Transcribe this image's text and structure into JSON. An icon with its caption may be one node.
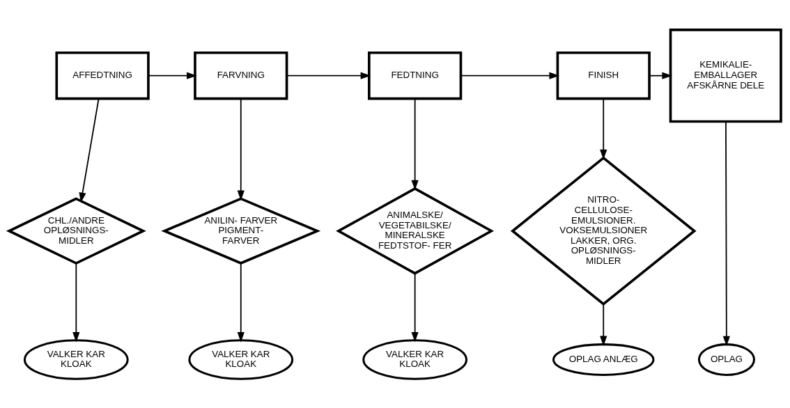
{
  "diagram": {
    "nodes": [
      {
        "text": [
          "AFFEDTNING"
        ]
      },
      {
        "text": [
          "FARVNING"
        ]
      },
      {
        "text": [
          "FEDTNING"
        ]
      },
      {
        "text": [
          "FINISH"
        ]
      },
      {
        "text": [
          "KEMIKALIE- EMBALLAGER AFSKÅRNE DELE"
        ]
      },
      {
        "text": [
          "CHL./ANDRE OPLØSNINGS- MIDLER"
        ]
      },
      {
        "text": [
          "ANILIN- FARVER PIGMENT- FARVER"
        ]
      },
      {
        "text": [
          "ANIMALSKE/ VEGETABILSKE/ MINERALSKE FEDTSTOF- FER"
        ]
      },
      {
        "text": [
          "NITRO- CELLULOSE- EMULSIONER. VOKSEMULSIONER LAKKER, ORG. OPLØSNINGS- MIDLER"
        ]
      },
      {
        "text": [
          "VALKER KAR KLOAK"
        ]
      },
      {
        "text": [
          "VALKER KAR KLOAK"
        ]
      },
      {
        "text": [
          "VALKER KAR KLOAK"
        ]
      },
      {
        "text": [
          "OPLAG ANLÆG"
        ]
      },
      {
        "text": [
          "OPLAG"
        ]
      }
    ],
    "edges": [
      {
        "from": 0,
        "to": 1,
        "arrow": "to"
      },
      {
        "from": 1,
        "to": 2,
        "arrow": "to"
      },
      {
        "from": 2,
        "to": 3,
        "arrow": "to"
      },
      {
        "from": 3,
        "to": 4,
        "arrow": "to"
      },
      {
        "from": 0,
        "to": 5,
        "arrow": "to"
      },
      {
        "from": 1,
        "to": 6,
        "arrow": "to"
      },
      {
        "from": 2,
        "to": 7,
        "arrow": "to"
      },
      {
        "from": 3,
        "to": 8,
        "arrow": "to"
      },
      {
        "from": 5,
        "to": 9,
        "arrow": "to"
      },
      {
        "from": 6,
        "to": 10,
        "arrow": "to"
      },
      {
        "from": 7,
        "to": 11,
        "arrow": "to"
      },
      {
        "from": 8,
        "to": 12,
        "arrow": "to"
      },
      {
        "from": 4,
        "to": 13,
        "arrow": "to"
      }
    ]
  }
}
